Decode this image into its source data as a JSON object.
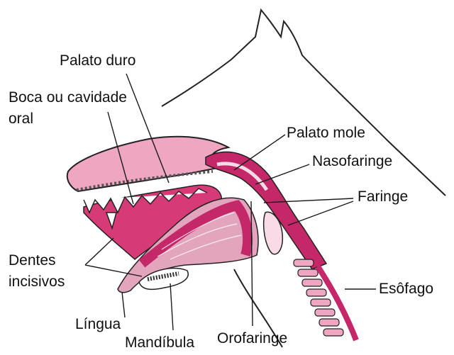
{
  "figure": {
    "labels": {
      "hard_palate": "Palato duro",
      "mouth_line1": "Boca ou cavidade",
      "mouth_line2": "oral",
      "soft_palate": "Palato mole",
      "nasopharynx": "Nasofaringe",
      "pharynx": "Faringe",
      "incisors_line1": "Dentes",
      "incisors_line2": "incisivos",
      "esophagus": "Esôfago",
      "tongue": "Língua",
      "mandible": "Mandíbula",
      "oropharynx": "Orofaringe"
    },
    "colors": {
      "tissue_dark": "#c42868",
      "tissue_mid": "#d95b8c",
      "tissue_light": "#eea6c2",
      "tissue_pale": "#f8dbe6",
      "outline": "#222222",
      "leader_line": "#1a1a1a"
    }
  }
}
